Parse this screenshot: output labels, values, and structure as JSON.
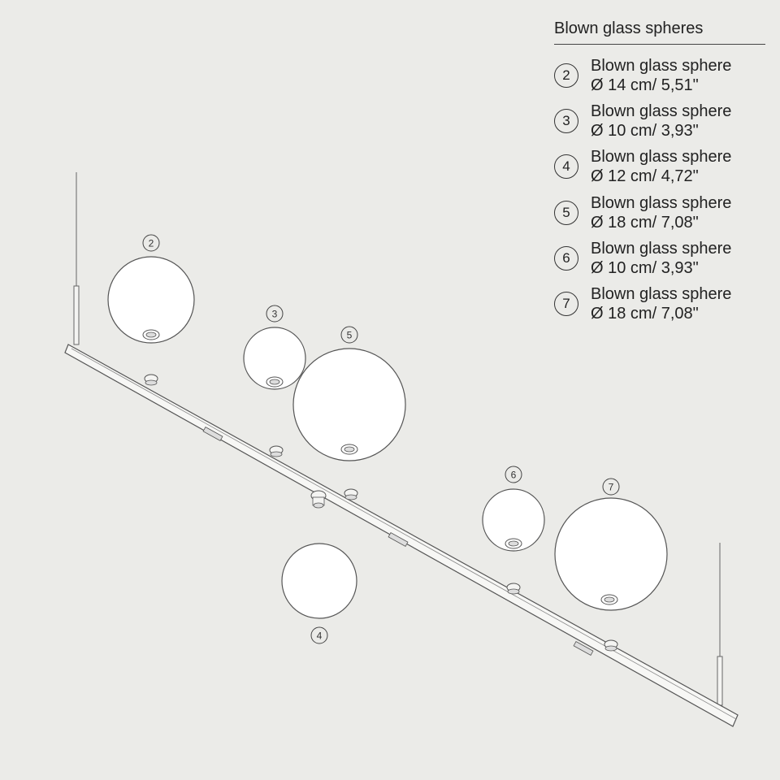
{
  "legend": {
    "title": "Blown glass spheres",
    "items": [
      {
        "number": "2",
        "name": "Blown glass sphere",
        "size": "Ø 14 cm/ 5,51\""
      },
      {
        "number": "3",
        "name": "Blown glass sphere",
        "size": "Ø 10 cm/ 3,93\""
      },
      {
        "number": "4",
        "name": "Blown glass sphere",
        "size": "Ø 12 cm/ 4,72\""
      },
      {
        "number": "5",
        "name": "Blown glass sphere",
        "size": "Ø 18 cm/ 7,08\""
      },
      {
        "number": "6",
        "name": "Blown glass sphere",
        "size": "Ø 10 cm/ 3,93\""
      },
      {
        "number": "7",
        "name": "Blown glass sphere",
        "size": "Ø 18 cm/ 7,08\""
      }
    ]
  },
  "diagram": {
    "sphere_labels": [
      "2",
      "3",
      "5",
      "6",
      "7",
      "4"
    ]
  },
  "colors": {
    "background": "#ebebe8",
    "sphere_fill": "#ffffff",
    "line": "#555555"
  }
}
